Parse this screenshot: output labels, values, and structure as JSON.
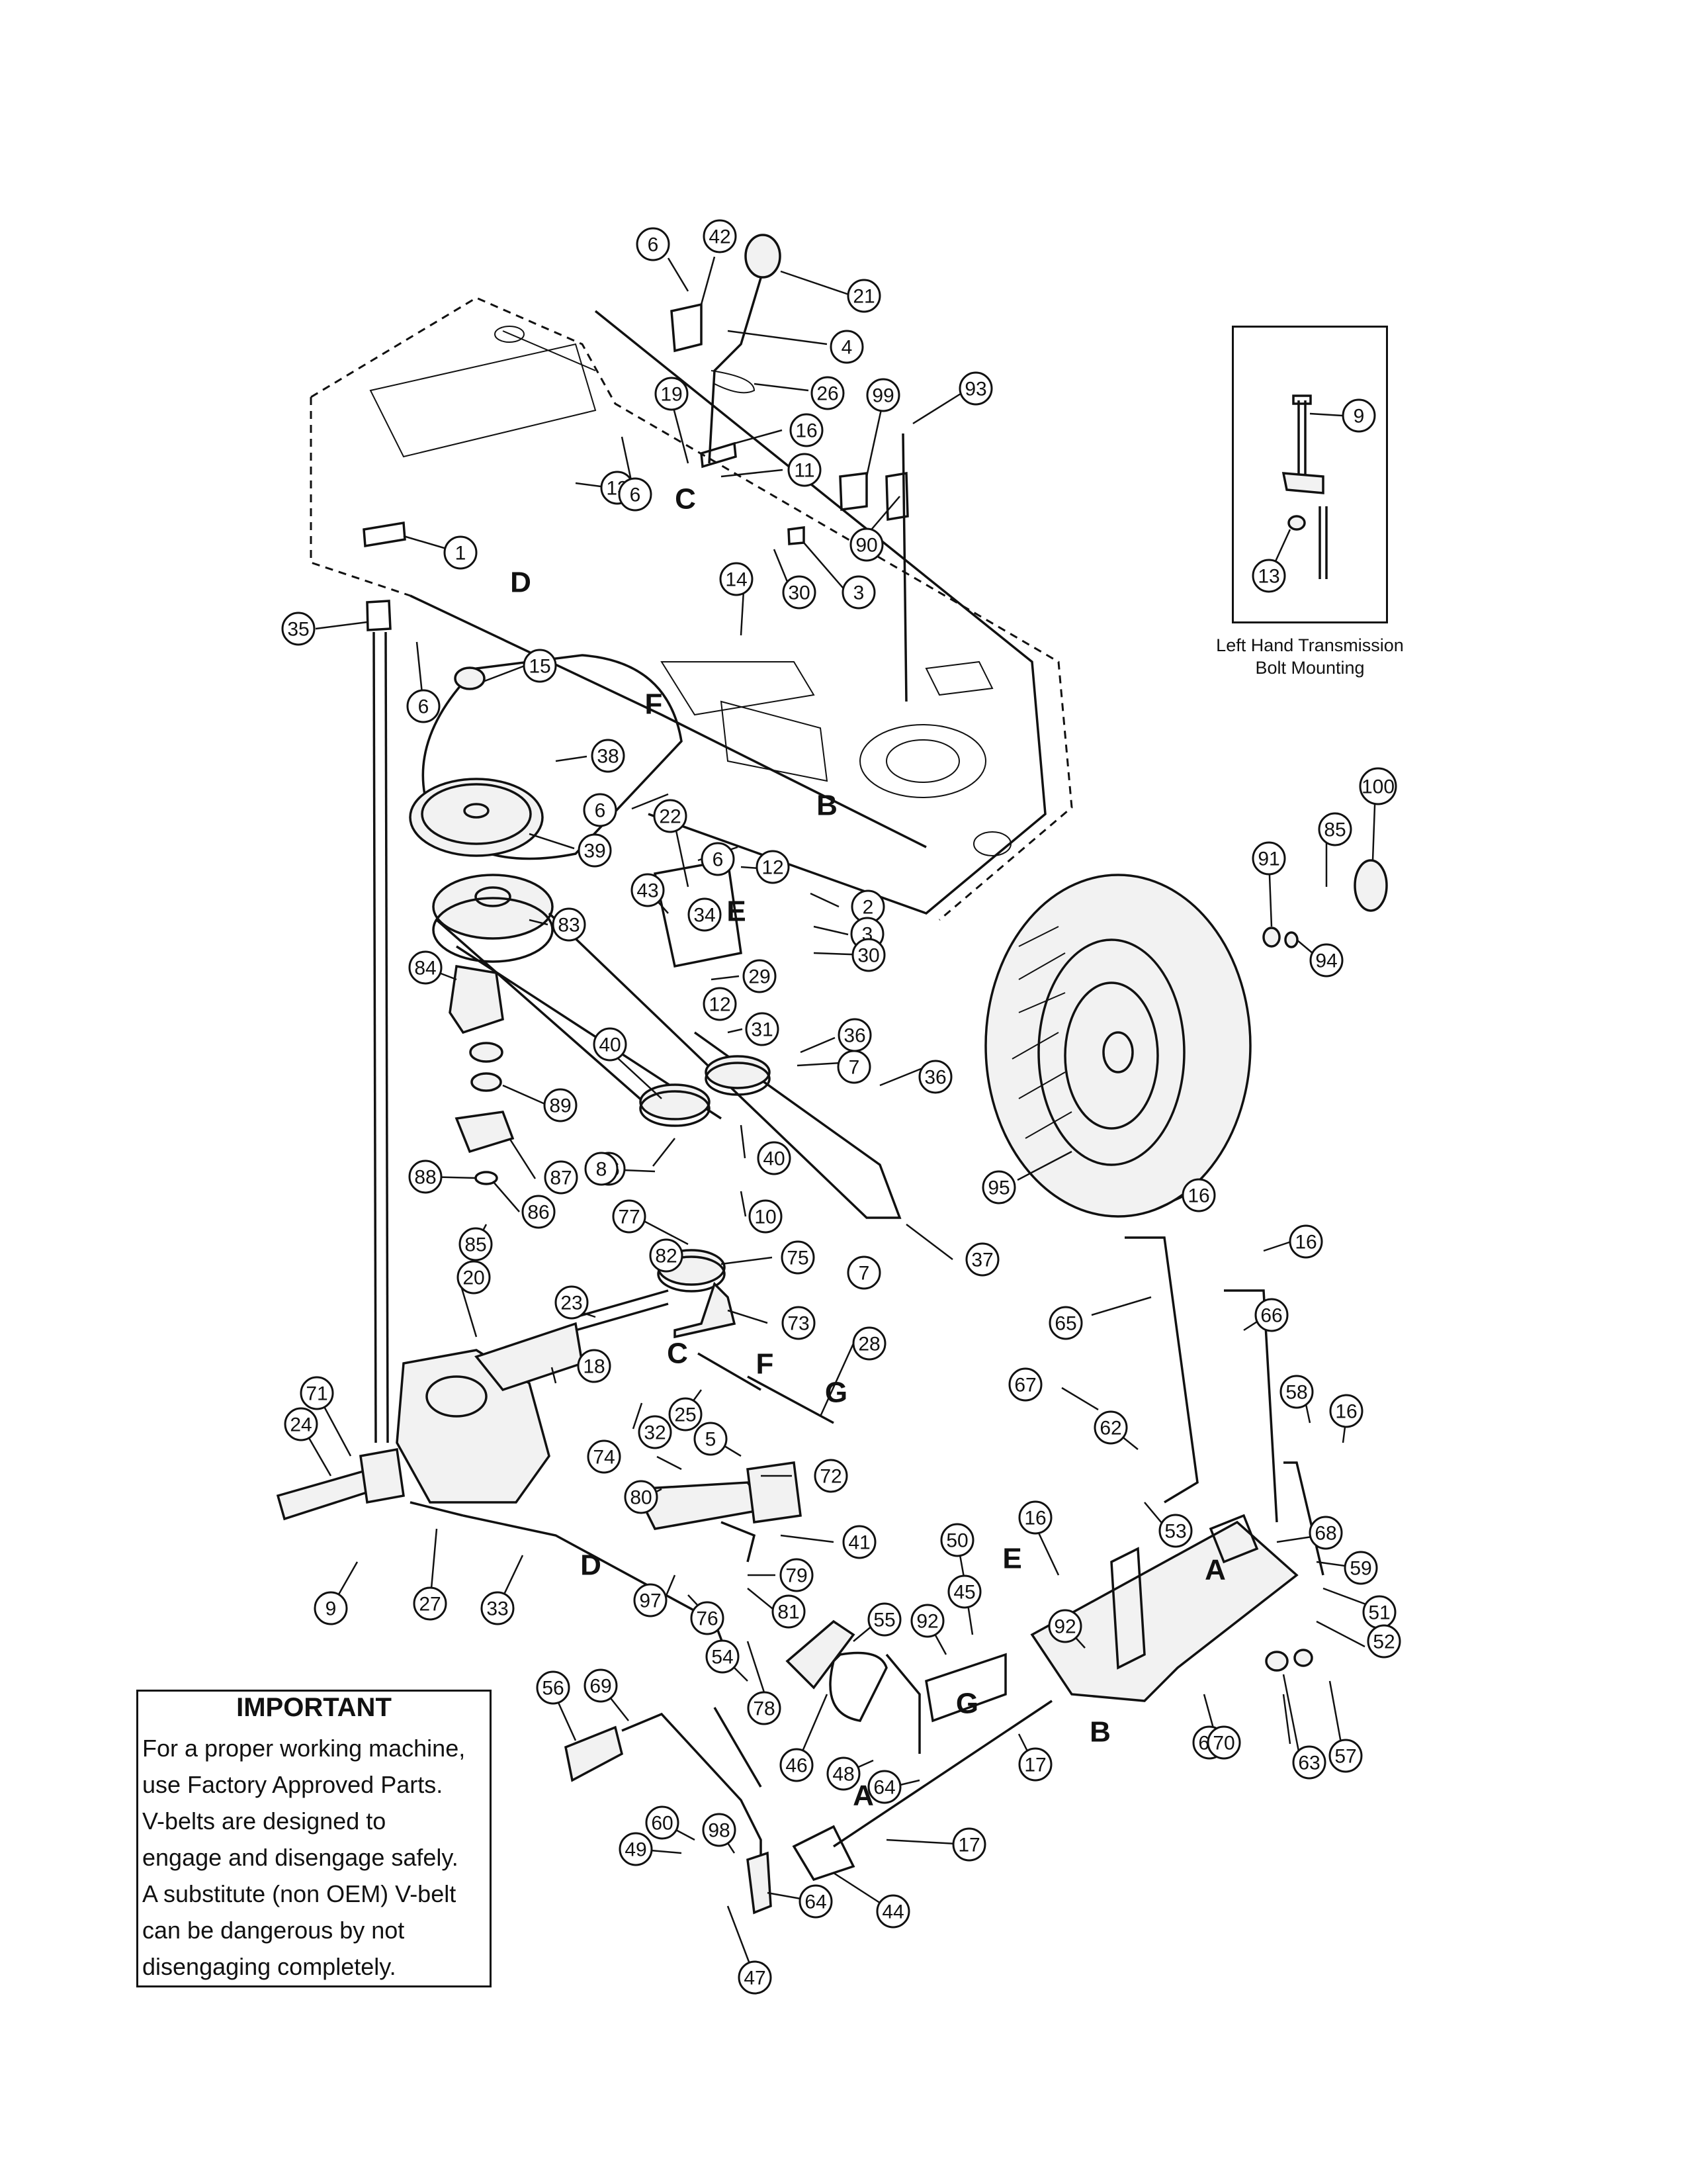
{
  "inset": {
    "caption": "Left Hand Transmission\nBolt Mounting"
  },
  "important": {
    "title": "IMPORTANT",
    "body": "For a proper working machine,\nuse Factory Approved Parts.\nV-belts are designed to\nengage and disengage safely.\nA substitute (non OEM) V-belt\ncan be dangerous by not\ndisengaging completely."
  },
  "callouts": [
    "6",
    "42",
    "21",
    "4",
    "26",
    "19",
    "16",
    "11",
    "99",
    "93",
    "90",
    "3",
    "30",
    "13",
    "1",
    "35",
    "6",
    "6",
    "14",
    "15",
    "38",
    "39",
    "6",
    "22",
    "6",
    "12",
    "2",
    "3",
    "30",
    "43",
    "34",
    "29",
    "12",
    "31",
    "36",
    "7",
    "36",
    "83",
    "84",
    "89",
    "87",
    "86",
    "88",
    "85",
    "40",
    "96",
    "40",
    "8",
    "10",
    "77",
    "82",
    "75",
    "37",
    "7",
    "73",
    "20",
    "23",
    "18",
    "28",
    "25",
    "32",
    "71",
    "24",
    "5",
    "72",
    "74",
    "80",
    "41",
    "9",
    "27",
    "33",
    "97",
    "76",
    "79",
    "81",
    "78",
    "100",
    "85",
    "91",
    "94",
    "95",
    "16",
    "65",
    "16",
    "66",
    "58",
    "16",
    "62",
    "67",
    "53",
    "68",
    "59",
    "51",
    "52",
    "16",
    "50",
    "45",
    "92",
    "92",
    "61",
    "70",
    "63",
    "57",
    "55",
    "54",
    "46",
    "48",
    "64",
    "17",
    "17",
    "56",
    "69",
    "49",
    "60",
    "98",
    "64",
    "44",
    "47",
    "9",
    "13"
  ],
  "letters": [
    "D",
    "C",
    "F",
    "B",
    "E",
    "C",
    "F",
    "G",
    "D",
    "E",
    "A",
    "B",
    "G",
    "A"
  ]
}
